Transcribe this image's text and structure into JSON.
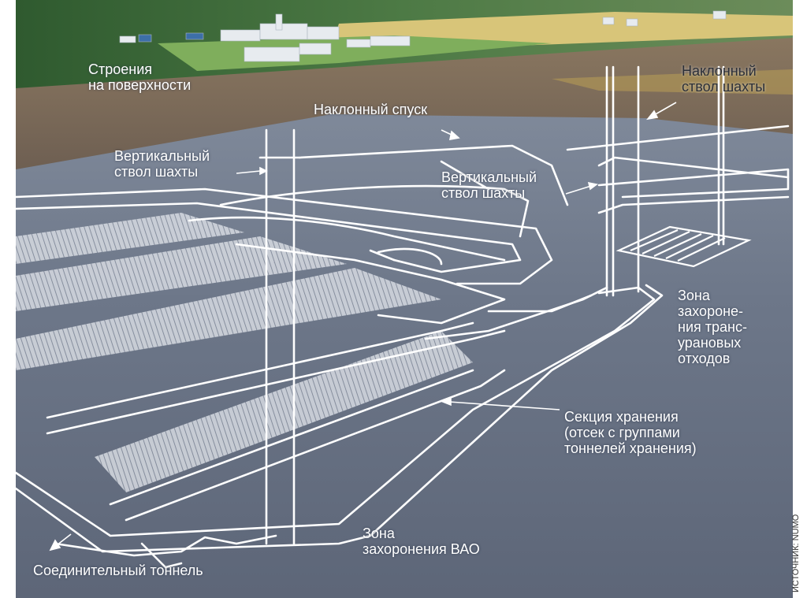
{
  "labels": {
    "surface": "Строения\nна поверхности",
    "inclined_shaft_top": "Наклонный\nствол шахты",
    "inclined_descent": "Наклонный спуск",
    "vertical_shaft_left": "Вертикальный\nствол шахты",
    "vertical_shaft_right": "Вертикальный\nствол шахты",
    "tru_zone": "Зона\nзахороне-\nния транс-\nурановых\nотходов",
    "storage_section": "Секция хранения\n(отсек с группами\nтоннелей хранения)",
    "hlw_zone": "Зона\nзахоронения ВАО",
    "connecting_tunnel": "Соединительный тоннель"
  },
  "credit": "ИСТОЧНИК: NUMO",
  "colors": {
    "forest": "#3f6b3a",
    "field": "#d9c878",
    "soil": "#7e6a55",
    "rock": "#6f7a8c",
    "tunnel": "#ffffff"
  }
}
